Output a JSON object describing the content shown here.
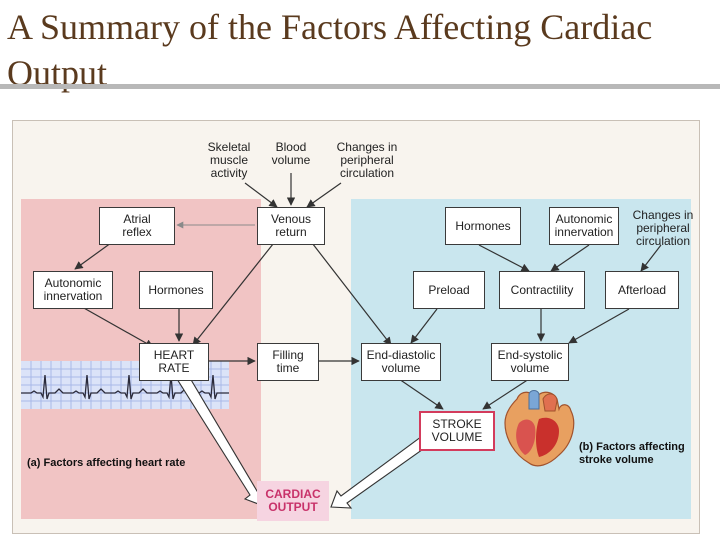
{
  "title": "A Summary of the Factors Affecting Cardiac Output",
  "colors": {
    "left_panel": "#f1c4c4",
    "right_panel": "#c9e6ee",
    "box_border": "#3a3a3a",
    "stroke_volume_border": "#d33b5c",
    "cardiac_output_fill": "#f6d4e1",
    "cardiac_output_text": "#c8326a",
    "ecg_grid": "#a8b8e8",
    "ecg_trace": "#2a2a3a"
  },
  "nodes": {
    "skeletal_muscle_activity": "Skeletal\nmuscle\nactivity",
    "blood_volume": "Blood\nvolume",
    "changes_peripheral_top": "Changes in\nperipheral\ncirculation",
    "atrial_reflex": "Atrial\nreflex",
    "venous_return": "Venous\nreturn",
    "hormones_right": "Hormones",
    "autonomic_innervation_right": "Autonomic\ninnervation",
    "changes_peripheral_right": "Changes in\nperipheral\ncirculation",
    "autonomic_innervation_left": "Autonomic\ninnervation",
    "hormones_left": "Hormones",
    "preload": "Preload",
    "contractility": "Contractility",
    "afterload": "Afterload",
    "heart_rate": "HEART\nRATE",
    "filling_time": "Filling\ntime",
    "end_diastolic_volume": "End-diastolic\nvolume",
    "end_systolic_volume": "End-systolic\nvolume",
    "stroke_volume": "STROKE\nVOLUME",
    "cardiac_output": "CARDIAC\nOUTPUT"
  },
  "captions": {
    "heart_rate_factors": "(a) Factors affecting heart rate",
    "stroke_volume_factors": "(b) Factors affecting\nstroke volume"
  },
  "icons": {
    "ecg": "ecg-trace-icon",
    "heart": "heart-anatomy-icon"
  }
}
